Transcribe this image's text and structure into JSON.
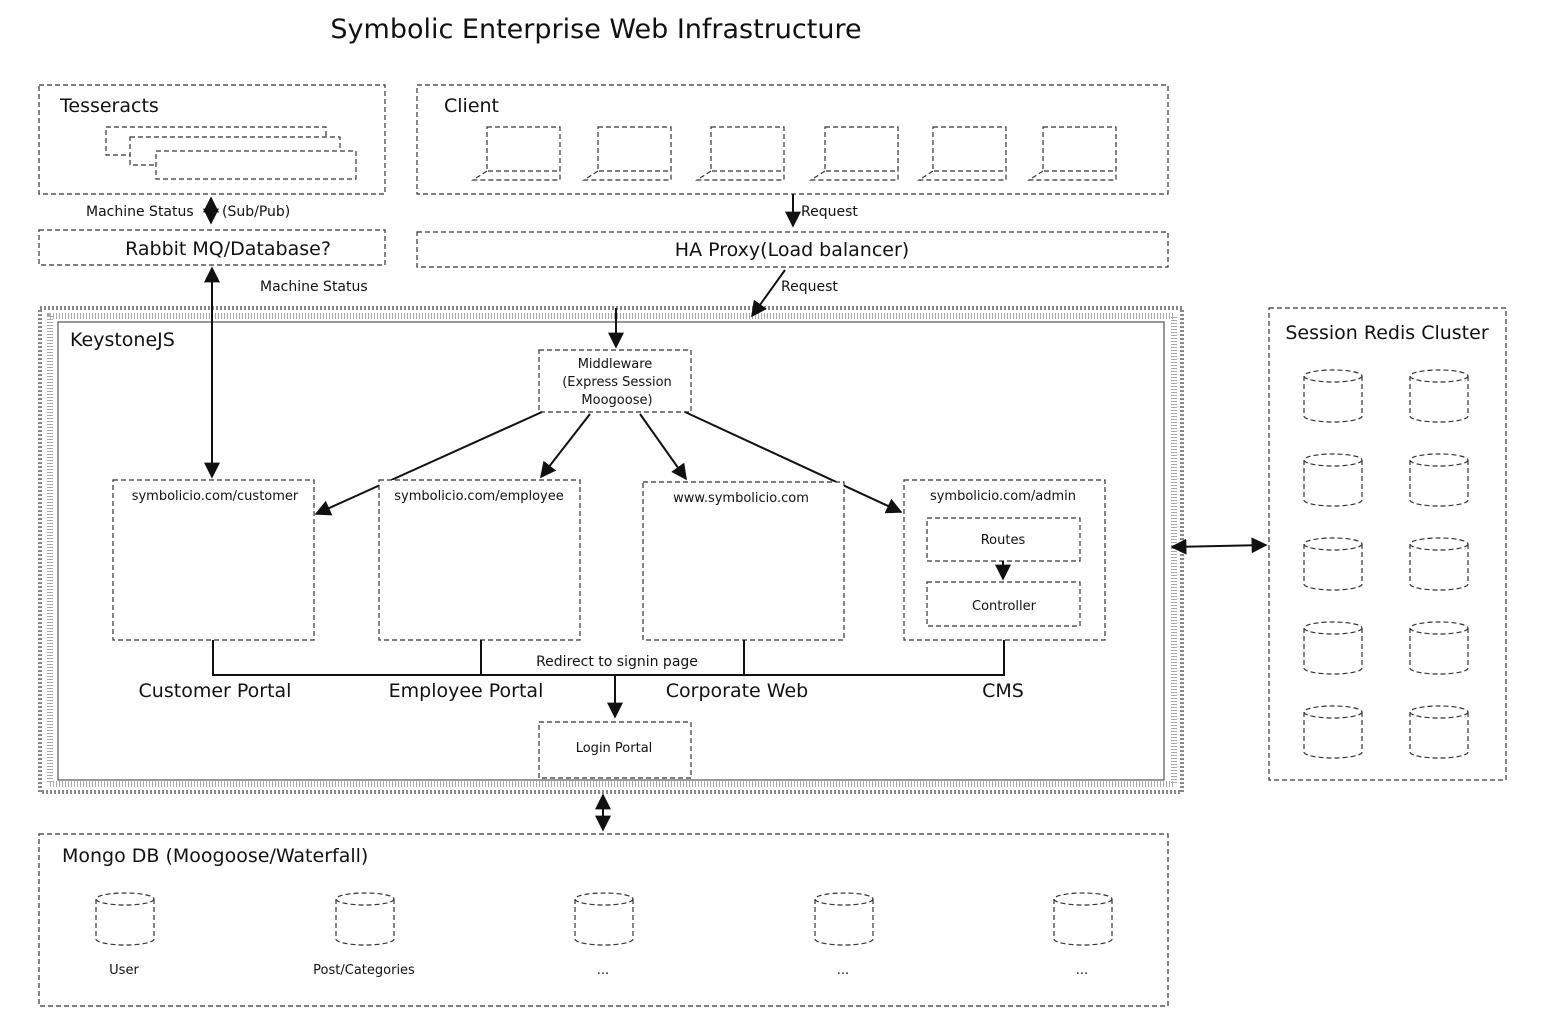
{
  "title": "Symbolic Enterprise Web Infrastructure",
  "tesseracts": {
    "label": "Tesseracts"
  },
  "client": {
    "label": "Client",
    "device_count": 6,
    "device_icon": "laptop-icon"
  },
  "links": {
    "machine_status_top": "Machine Status",
    "sub_pub": "(Sub/Pub)",
    "request_top": "Request",
    "machine_status_mid": "Machine Status",
    "request_mid": "Request",
    "redirect": "Redirect to signin page"
  },
  "rabbit": {
    "label": "Rabbit MQ/Database?"
  },
  "haproxy": {
    "label": "HA Proxy(Load balancer)"
  },
  "keystone": {
    "label": "KeystoneJS",
    "middleware": [
      "Middleware",
      "(Express Session",
      "Moogoose)"
    ],
    "apps": [
      {
        "url": "symbolicio.com/customer",
        "name": "Customer Portal"
      },
      {
        "url": "symbolicio.com/employee",
        "name": "Employee Portal"
      },
      {
        "url": "www.symbolicio.com",
        "name": "Corporate Web"
      },
      {
        "url": "symbolicio.com/admin",
        "name": "CMS"
      }
    ],
    "routes": "Routes",
    "controller": "Controller",
    "login": "Login Portal"
  },
  "redis": {
    "label": "Session Redis Cluster",
    "node_count": 10,
    "node_icon": "database-cylinder-icon"
  },
  "mongo": {
    "label": "Mongo DB (Moogoose/Waterfall)",
    "collections": [
      "User",
      "Post/Categories",
      "...",
      "...",
      "..."
    ]
  }
}
